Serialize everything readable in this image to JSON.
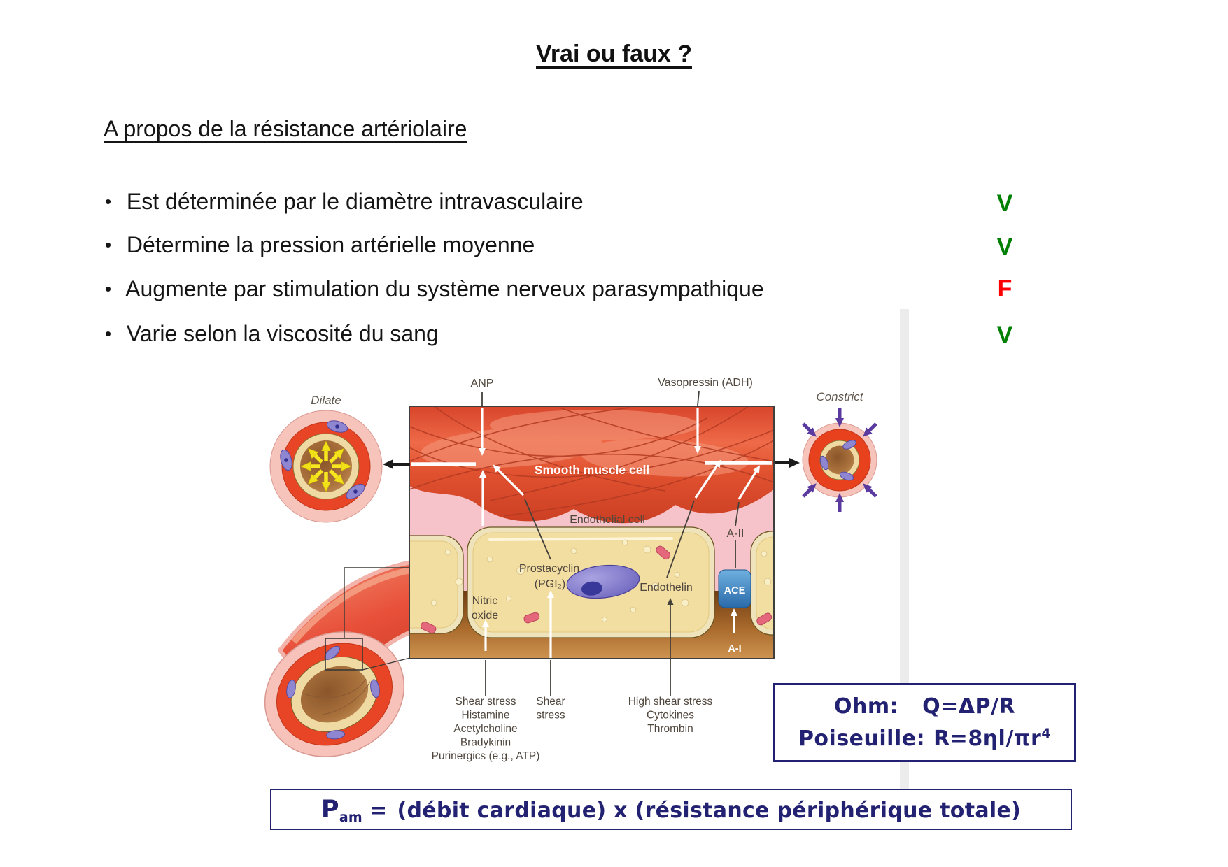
{
  "slide": {
    "title": "Vrai ou faux ?",
    "subtitle": "A propos de la résistance artériolaire",
    "bullet_char": "•",
    "questions": [
      {
        "text": "Est déterminée par le diamètre intravasculaire",
        "answer": "V"
      },
      {
        "text": "Détermine la pression artérielle moyenne",
        "answer": "V"
      },
      {
        "text": "Augmente par stimulation du système nerveux parasympathique",
        "answer": "F"
      },
      {
        "text": "Varie selon la viscosité du sang",
        "answer": "V"
      }
    ]
  },
  "figure": {
    "dilate_label": "Dilate",
    "constrict_label": "Constrict",
    "anp_label": "ANP",
    "vasopressin_label": "Vasopressin (ADH)",
    "smooth_muscle_label": "Smooth muscle cell",
    "endothelial_label": "Endothelial cell",
    "prostacyclin_line1": "Prostacyclin",
    "prostacyclin_line2": "(PGI₂)",
    "nitric_line1": "Nitric",
    "nitric_line2": "oxide",
    "endothelin_label": "Endothelin",
    "ace_label": "ACE",
    "a2_label": "A-II",
    "a1_label": "A-I",
    "col1_lines": [
      "Shear stress",
      "Histamine",
      "Acetylcholine",
      "Bradykinin",
      "Purinergics (e.g., ATP)"
    ],
    "col2_lines": [
      "Shear",
      "stress"
    ],
    "col3_lines": [
      "High shear stress",
      "Cytokines",
      "Thrombin"
    ]
  },
  "formulas": {
    "ohm_name": "Ohm:",
    "ohm_equation": "Q=ΔP/R",
    "poiseuille_name": "Poiseuille:",
    "poiseuille_equation_base": "R=8ηl/πr",
    "poiseuille_exponent": "4",
    "pam_symbol": "P",
    "pam_subscript": "am",
    "pam_equals": "=",
    "pam_expression": "(débit cardiaque) x (résistance périphérique totale)"
  },
  "colors": {
    "answer_true": "#008000",
    "answer_false": "#ff0000",
    "formula_navy": "#232272",
    "muscle_red": "#e05030",
    "interstitium_pink": "#f5c3c9",
    "cell_cream": "#f3dea2",
    "ace_blue": "#3c7fb8",
    "dilate_arrow_yellow": "#f2e118",
    "constrict_arrow_purple": "#5b3aa0"
  }
}
